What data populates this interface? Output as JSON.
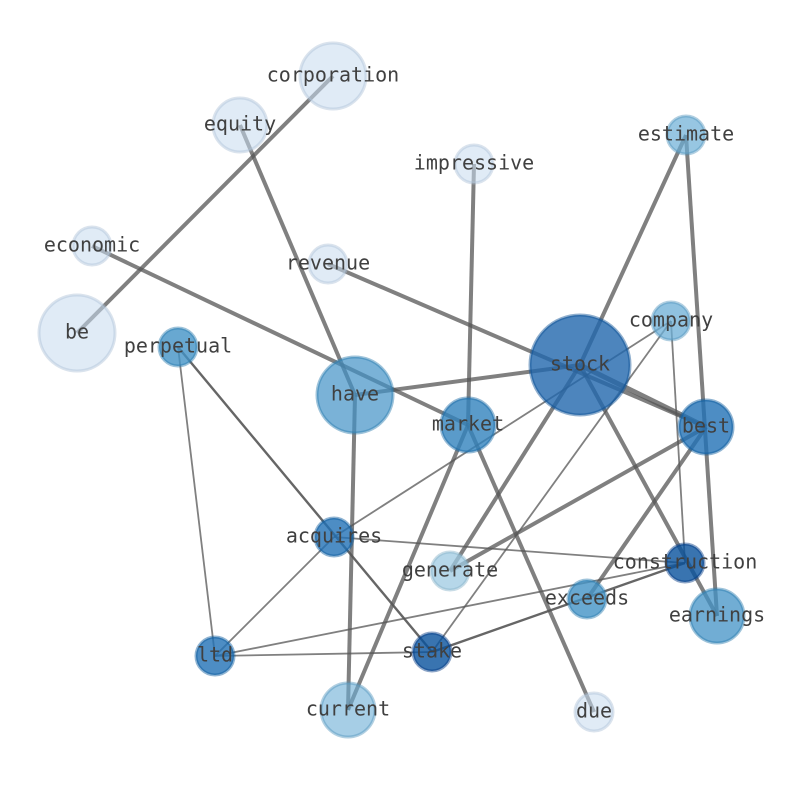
{
  "graph": {
    "nodes": [
      {
        "id": "corporation",
        "label": "corporation",
        "weight": 4,
        "shade": "#c6dbef"
      },
      {
        "id": "equity",
        "label": "equity",
        "weight": 3,
        "shade": "#c6dbef"
      },
      {
        "id": "estimate",
        "label": "estimate",
        "weight": 2,
        "shade": "#6baed6"
      },
      {
        "id": "impressive",
        "label": "impressive",
        "weight": 2,
        "shade": "#c6dbef"
      },
      {
        "id": "economic",
        "label": "economic",
        "weight": 2,
        "shade": "#c6dbef"
      },
      {
        "id": "revenue",
        "label": "revenue",
        "weight": 2,
        "shade": "#c6dbef"
      },
      {
        "id": "company",
        "label": "company",
        "weight": 2,
        "shade": "#6baed6"
      },
      {
        "id": "be",
        "label": "be",
        "weight": 5,
        "shade": "#c6dbef"
      },
      {
        "id": "perpetual",
        "label": "perpetual",
        "weight": 2,
        "shade": "#4292c6"
      },
      {
        "id": "stock",
        "label": "stock",
        "weight": 10,
        "shade": "#2166ac"
      },
      {
        "id": "have",
        "label": "have",
        "weight": 6,
        "shade": "#4292c6"
      },
      {
        "id": "market",
        "label": "market",
        "weight": 4,
        "shade": "#3182bd"
      },
      {
        "id": "best",
        "label": "best",
        "weight": 4,
        "shade": "#2171b5"
      },
      {
        "id": "acquires",
        "label": "acquires",
        "weight": 2,
        "shade": "#2171b5"
      },
      {
        "id": "generate",
        "label": "generate",
        "weight": 2,
        "shade": "#9ecae1"
      },
      {
        "id": "construction",
        "label": "construction",
        "weight": 2,
        "shade": "#08519c"
      },
      {
        "id": "exceeds",
        "label": "exceeds",
        "weight": 2,
        "shade": "#4292c6"
      },
      {
        "id": "earnings",
        "label": "earnings",
        "weight": 4,
        "shade": "#4292c6"
      },
      {
        "id": "ltd",
        "label": "ltd",
        "weight": 2,
        "shade": "#2171b5"
      },
      {
        "id": "stake",
        "label": "stake",
        "weight": 2,
        "shade": "#08519c"
      },
      {
        "id": "current",
        "label": "current",
        "weight": 4,
        "shade": "#6baed6"
      },
      {
        "id": "due",
        "label": "due",
        "weight": 2,
        "shade": "#c6dbef"
      }
    ],
    "edges": [
      {
        "source": "corporation",
        "target": "be",
        "strength": 3
      },
      {
        "source": "equity",
        "target": "have",
        "strength": 3
      },
      {
        "source": "economic",
        "target": "market",
        "strength": 3
      },
      {
        "source": "revenue",
        "target": "best",
        "strength": 3
      },
      {
        "source": "impressive",
        "target": "market",
        "strength": 3
      },
      {
        "source": "estimate",
        "target": "stock",
        "strength": 3
      },
      {
        "source": "estimate",
        "target": "earnings",
        "strength": 3
      },
      {
        "source": "have",
        "target": "stock",
        "strength": 3
      },
      {
        "source": "have",
        "target": "current",
        "strength": 3
      },
      {
        "source": "stock",
        "target": "best",
        "strength": 4
      },
      {
        "source": "stock",
        "target": "generate",
        "strength": 3
      },
      {
        "source": "stock",
        "target": "earnings",
        "strength": 3
      },
      {
        "source": "market",
        "target": "current",
        "strength": 3
      },
      {
        "source": "market",
        "target": "due",
        "strength": 3
      },
      {
        "source": "best",
        "target": "generate",
        "strength": 3
      },
      {
        "source": "best",
        "target": "exceeds",
        "strength": 3
      },
      {
        "source": "company",
        "target": "acquires",
        "strength": 1
      },
      {
        "source": "company",
        "target": "stake",
        "strength": 1
      },
      {
        "source": "company",
        "target": "construction",
        "strength": 1
      },
      {
        "source": "perpetual",
        "target": "stake",
        "strength": 2
      },
      {
        "source": "perpetual",
        "target": "ltd",
        "strength": 1
      },
      {
        "source": "acquires",
        "target": "ltd",
        "strength": 1
      },
      {
        "source": "acquires",
        "target": "construction",
        "strength": 1
      },
      {
        "source": "construction",
        "target": "ltd",
        "strength": 1
      },
      {
        "source": "construction",
        "target": "stake",
        "strength": 2
      },
      {
        "source": "ltd",
        "target": "stake",
        "strength": 1
      }
    ]
  }
}
